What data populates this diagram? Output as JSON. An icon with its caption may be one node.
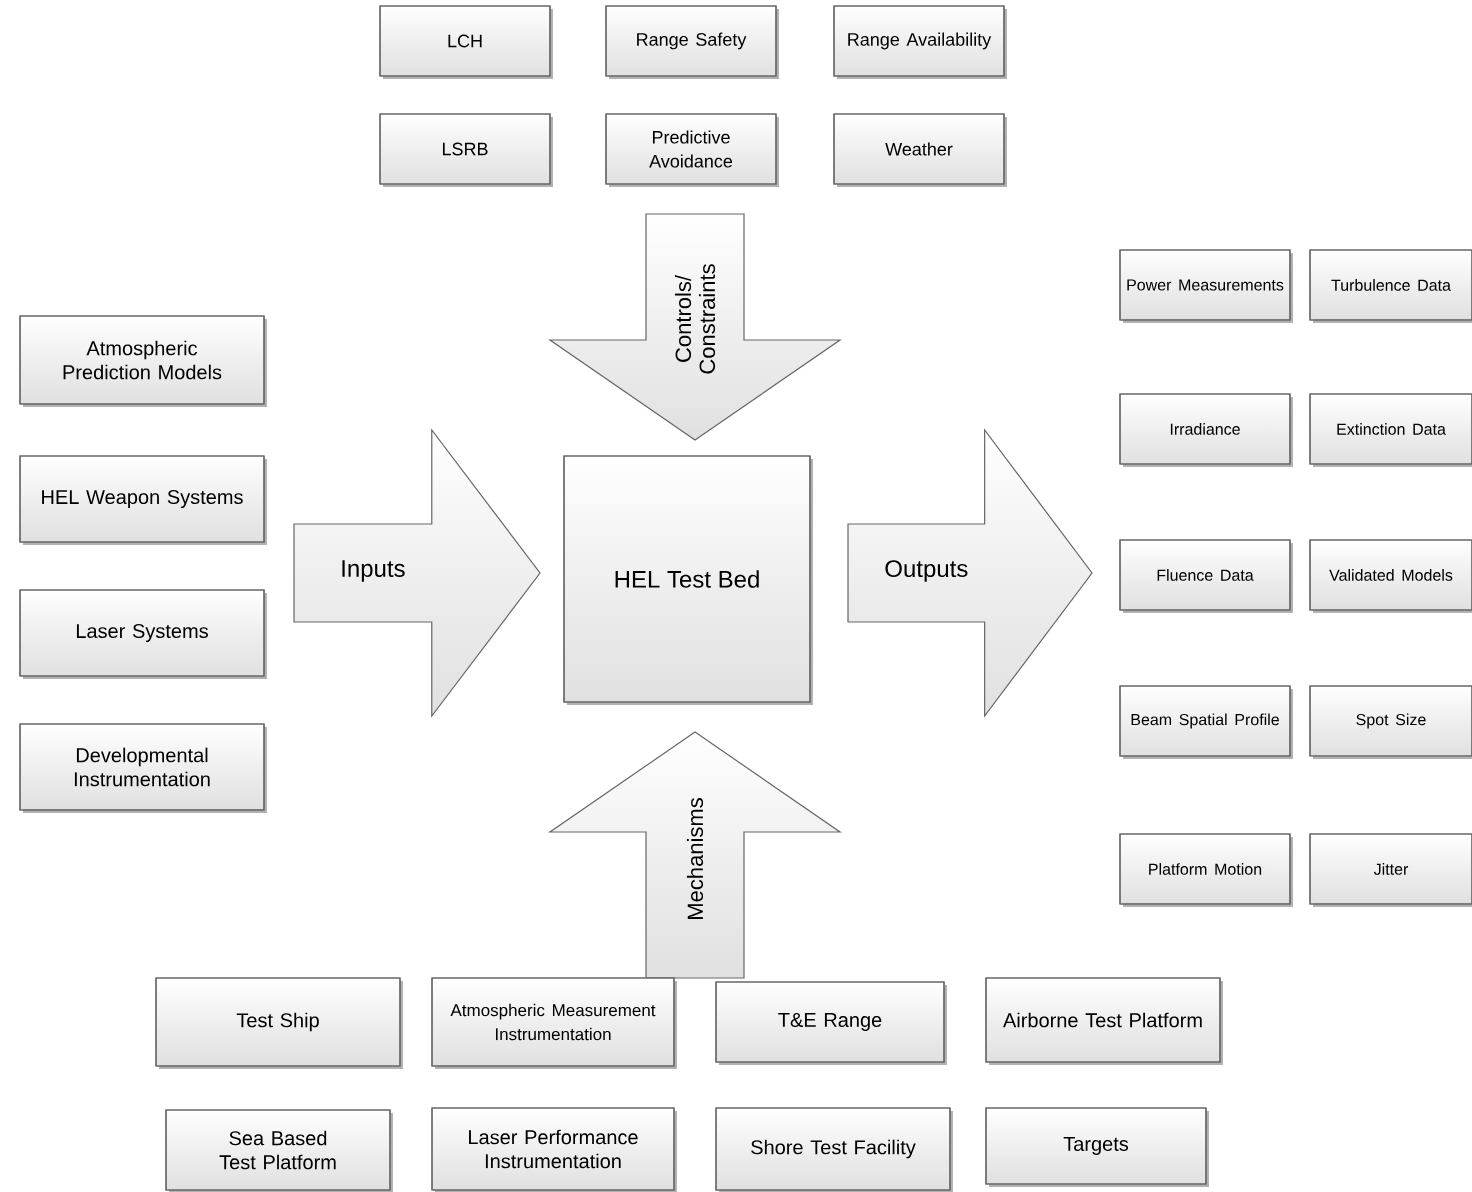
{
  "diagram": {
    "nodes": [
      {
        "text": [
          "LCH"
        ]
      },
      {
        "text": [
          "Range Safety"
        ]
      },
      {
        "text": [
          "Range Availability"
        ]
      },
      {
        "text": [
          "LSRB"
        ]
      },
      {
        "text": [
          "Predictive Avoidance"
        ]
      },
      {
        "text": [
          "Weather"
        ]
      },
      {
        "text": [
          "Atmospheric Prediction Models"
        ]
      },
      {
        "text": [
          "HEL Weapon Systems"
        ]
      },
      {
        "text": [
          "Laser Systems"
        ]
      },
      {
        "text": [
          "Developmental Instrumentation"
        ]
      },
      {
        "text": [
          "Controls/ Constraints"
        ]
      },
      {
        "text": [
          "Inputs"
        ]
      },
      {
        "text": [
          "HEL Test Bed"
        ]
      },
      {
        "text": [
          "Outputs"
        ]
      },
      {
        "text": [
          "Power Measurements"
        ]
      },
      {
        "text": [
          "Turbulence Data"
        ]
      },
      {
        "text": [
          "Irradiance"
        ]
      },
      {
        "text": [
          "Extinction Data"
        ]
      },
      {
        "text": [
          "Fluence Data"
        ]
      },
      {
        "text": [
          "Validated Models"
        ]
      },
      {
        "text": [
          "Beam Spatial Profile"
        ]
      },
      {
        "text": [
          "Spot Size"
        ]
      },
      {
        "text": [
          "Platform Motion"
        ]
      },
      {
        "text": [
          "Jitter"
        ]
      },
      {
        "text": [
          "Mechanisms"
        ]
      },
      {
        "text": [
          "Test Ship"
        ]
      },
      {
        "text": [
          "Atmospheric Measurement Instrumentation"
        ]
      },
      {
        "text": [
          "T&E Range"
        ]
      },
      {
        "text": [
          "Airborne Test Platform"
        ]
      },
      {
        "text": [
          "Sea Based Test Platform"
        ]
      },
      {
        "text": [
          "Laser Performance Instrumentation"
        ]
      },
      {
        "text": [
          "Shore Test Facility"
        ]
      },
      {
        "text": [
          "Targets"
        ]
      }
    ]
  }
}
